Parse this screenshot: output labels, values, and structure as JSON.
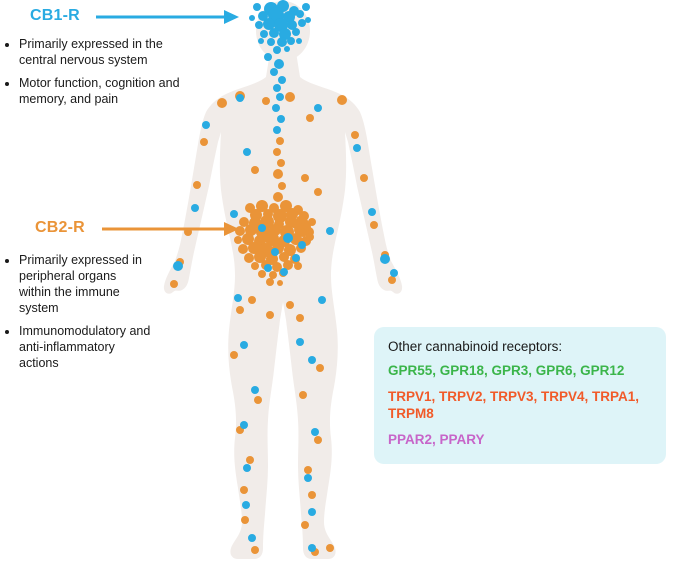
{
  "figure": {
    "cb1": {
      "label": "CB1-R",
      "bullets": [
        "Primarily expressed in the central nervous system",
        "Motor function, cognition and memory, and pain"
      ]
    },
    "cb2": {
      "label": "CB2-R",
      "bullets": [
        "Primarily expressed in peripheral organs within the immune system",
        "Immunomodulatory and anti-inflammatory actions"
      ]
    },
    "other_receptors_box": {
      "title": "Other cannabinoid receptors:",
      "groups": [
        {
          "text": "GPR55, GPR18, GPR3, GPR6, GPR12",
          "color": "#3bb54a"
        },
        {
          "text": "TRPV1, TRPV2, TRPV3, TRPV4, TRPA1, TRPM8",
          "color": "#f15a29"
        },
        {
          "text": "PPAR2, PPARY",
          "color": "#c765c9"
        }
      ]
    }
  },
  "colors": {
    "cb1_accent": "#29abe2",
    "cb2_accent": "#ea9438",
    "body_fill": "#f1ece9",
    "box_bg": "#def4f8",
    "text": "#1a1a1a"
  },
  "dots": {
    "cb1_blue": [
      [
        271,
        9,
        7
      ],
      [
        283,
        6,
        6
      ],
      [
        294,
        11,
        5
      ],
      [
        263,
        16,
        5
      ],
      [
        276,
        15,
        8
      ],
      [
        289,
        17,
        6
      ],
      [
        300,
        14,
        4
      ],
      [
        259,
        25,
        4
      ],
      [
        269,
        24,
        6
      ],
      [
        281,
        25,
        7
      ],
      [
        292,
        25,
        5
      ],
      [
        302,
        23,
        4
      ],
      [
        264,
        34,
        4
      ],
      [
        274,
        33,
        5
      ],
      [
        285,
        34,
        6
      ],
      [
        296,
        32,
        4
      ],
      [
        271,
        42,
        4
      ],
      [
        282,
        42,
        5
      ],
      [
        291,
        41,
        4
      ],
      [
        277,
        50,
        4
      ],
      [
        306,
        7,
        4
      ],
      [
        257,
        7,
        4
      ],
      [
        261,
        41,
        3
      ],
      [
        299,
        41,
        3
      ],
      [
        287,
        49,
        3
      ],
      [
        252,
        18,
        3
      ],
      [
        308,
        20,
        3
      ],
      [
        268,
        57,
        4
      ],
      [
        279,
        64,
        5
      ],
      [
        274,
        72,
        4
      ],
      [
        282,
        80,
        4
      ],
      [
        277,
        88,
        4
      ],
      [
        280,
        97,
        4
      ],
      [
        276,
        108,
        4
      ],
      [
        281,
        119,
        4
      ],
      [
        277,
        130,
        4
      ],
      [
        240,
        98,
        4
      ],
      [
        318,
        108,
        4
      ],
      [
        206,
        125,
        4
      ],
      [
        357,
        148,
        4
      ],
      [
        247,
        152,
        4
      ],
      [
        195,
        208,
        4
      ],
      [
        372,
        212,
        4
      ],
      [
        178,
        266,
        5
      ],
      [
        385,
        259,
        5
      ],
      [
        394,
        273,
        4
      ],
      [
        234,
        214,
        4
      ],
      [
        330,
        231,
        4
      ],
      [
        262,
        228,
        4
      ],
      [
        288,
        238,
        5
      ],
      [
        275,
        252,
        4
      ],
      [
        296,
        258,
        4
      ],
      [
        268,
        268,
        4
      ],
      [
        284,
        272,
        4
      ],
      [
        302,
        245,
        4
      ],
      [
        238,
        298,
        4
      ],
      [
        322,
        300,
        4
      ],
      [
        244,
        345,
        4
      ],
      [
        300,
        342,
        4
      ],
      [
        312,
        360,
        4
      ],
      [
        255,
        390,
        4
      ],
      [
        244,
        425,
        4
      ],
      [
        315,
        432,
        4
      ],
      [
        247,
        468,
        4
      ],
      [
        308,
        478,
        4
      ],
      [
        246,
        505,
        4
      ],
      [
        312,
        512,
        4
      ],
      [
        252,
        538,
        4
      ],
      [
        312,
        548,
        4
      ]
    ],
    "cb2_orange": [
      [
        240,
        96,
        5
      ],
      [
        266,
        101,
        4
      ],
      [
        290,
        97,
        5
      ],
      [
        310,
        118,
        4
      ],
      [
        255,
        170,
        4
      ],
      [
        305,
        178,
        4
      ],
      [
        318,
        192,
        4
      ],
      [
        280,
        141,
        4
      ],
      [
        277,
        152,
        4
      ],
      [
        281,
        163,
        4
      ],
      [
        278,
        174,
        5
      ],
      [
        282,
        186,
        4
      ],
      [
        278,
        197,
        5
      ],
      [
        222,
        103,
        5
      ],
      [
        204,
        142,
        4
      ],
      [
        197,
        185,
        4
      ],
      [
        188,
        232,
        4
      ],
      [
        180,
        262,
        4
      ],
      [
        174,
        284,
        4
      ],
      [
        342,
        100,
        5
      ],
      [
        355,
        135,
        4
      ],
      [
        364,
        178,
        4
      ],
      [
        374,
        225,
        4
      ],
      [
        385,
        255,
        4
      ],
      [
        392,
        280,
        4
      ],
      [
        250,
        208,
        5
      ],
      [
        262,
        206,
        6
      ],
      [
        274,
        208,
        5
      ],
      [
        286,
        206,
        6
      ],
      [
        298,
        210,
        5
      ],
      [
        256,
        215,
        6
      ],
      [
        268,
        214,
        5
      ],
      [
        280,
        216,
        7
      ],
      [
        292,
        214,
        6
      ],
      [
        304,
        216,
        5
      ],
      [
        244,
        222,
        5
      ],
      [
        255,
        223,
        6
      ],
      [
        267,
        222,
        7
      ],
      [
        279,
        224,
        5
      ],
      [
        291,
        222,
        6
      ],
      [
        303,
        224,
        6
      ],
      [
        312,
        222,
        4
      ],
      [
        240,
        231,
        5
      ],
      [
        251,
        230,
        6
      ],
      [
        263,
        232,
        7
      ],
      [
        275,
        230,
        6
      ],
      [
        287,
        232,
        7
      ],
      [
        299,
        230,
        5
      ],
      [
        309,
        232,
        5
      ],
      [
        238,
        240,
        4
      ],
      [
        248,
        239,
        6
      ],
      [
        260,
        241,
        6
      ],
      [
        272,
        239,
        7
      ],
      [
        284,
        241,
        6
      ],
      [
        296,
        239,
        6
      ],
      [
        306,
        241,
        5
      ],
      [
        243,
        249,
        5
      ],
      [
        254,
        248,
        6
      ],
      [
        266,
        250,
        7
      ],
      [
        278,
        248,
        6
      ],
      [
        290,
        250,
        6
      ],
      [
        301,
        248,
        5
      ],
      [
        249,
        258,
        5
      ],
      [
        260,
        257,
        6
      ],
      [
        272,
        259,
        6
      ],
      [
        284,
        257,
        5
      ],
      [
        295,
        259,
        5
      ],
      [
        255,
        266,
        4
      ],
      [
        266,
        265,
        5
      ],
      [
        277,
        267,
        5
      ],
      [
        288,
        265,
        5
      ],
      [
        298,
        266,
        4
      ],
      [
        262,
        274,
        4
      ],
      [
        273,
        275,
        4
      ],
      [
        283,
        273,
        4
      ],
      [
        270,
        282,
        4
      ],
      [
        280,
        283,
        3
      ],
      [
        300,
        220,
        4
      ],
      [
        307,
        227,
        4
      ],
      [
        310,
        237,
        4
      ],
      [
        303,
        233,
        4
      ],
      [
        296,
        225,
        4
      ],
      [
        252,
        300,
        4
      ],
      [
        290,
        305,
        4
      ],
      [
        270,
        315,
        4
      ],
      [
        300,
        318,
        4
      ],
      [
        240,
        310,
        4
      ],
      [
        234,
        355,
        4
      ],
      [
        320,
        368,
        4
      ],
      [
        258,
        400,
        4
      ],
      [
        303,
        395,
        4
      ],
      [
        240,
        430,
        4
      ],
      [
        318,
        440,
        4
      ],
      [
        250,
        460,
        4
      ],
      [
        308,
        470,
        4
      ],
      [
        244,
        490,
        4
      ],
      [
        312,
        495,
        4
      ],
      [
        245,
        520,
        4
      ],
      [
        305,
        525,
        4
      ],
      [
        255,
        550,
        4
      ],
      [
        315,
        552,
        4
      ],
      [
        330,
        548,
        4
      ]
    ]
  }
}
